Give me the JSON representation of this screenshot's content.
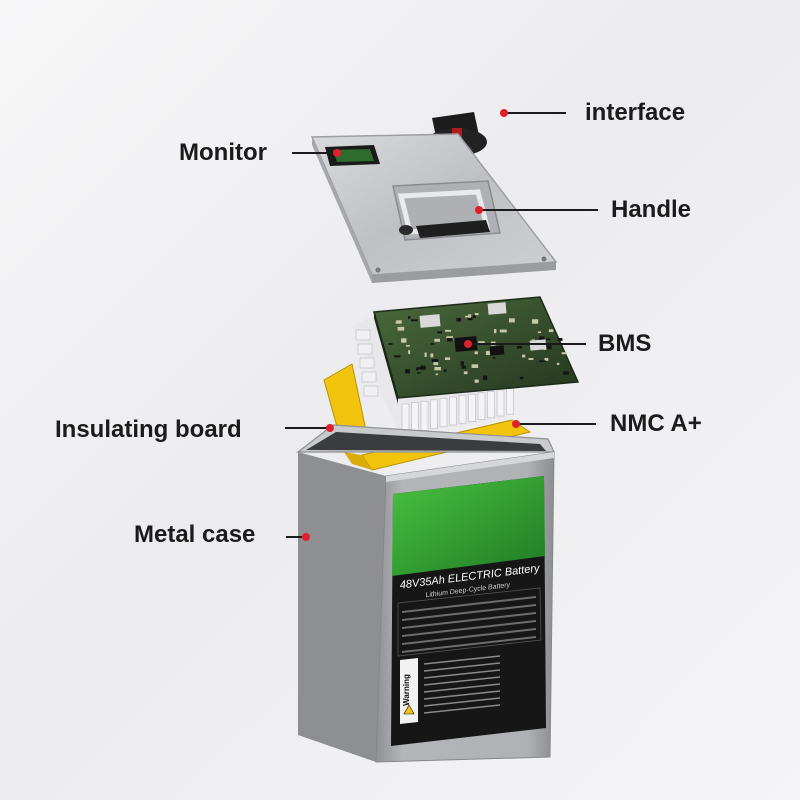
{
  "title": "",
  "colors": {
    "accent_dot": "#e0202a",
    "leader_line": "#1b1b1b",
    "label_text": "#1b1b1b",
    "insulation": "#f2c40e",
    "pcb": "#2f4a2a",
    "case": "#a8a9ab",
    "label_green": "#3fb13a"
  },
  "callouts": [
    {
      "label": "interface"
    },
    {
      "label": "Monitor"
    },
    {
      "label": "Handle"
    },
    {
      "label": "BMS"
    },
    {
      "label": "NMC A+"
    },
    {
      "label": "Insulating board"
    },
    {
      "label": "Metal case"
    }
  ],
  "battery_label": {
    "title": "48V35Ah ELECTRIC Battery",
    "subtitle": "Lithium Deep-Cycle Battery",
    "warning": "Warning"
  }
}
